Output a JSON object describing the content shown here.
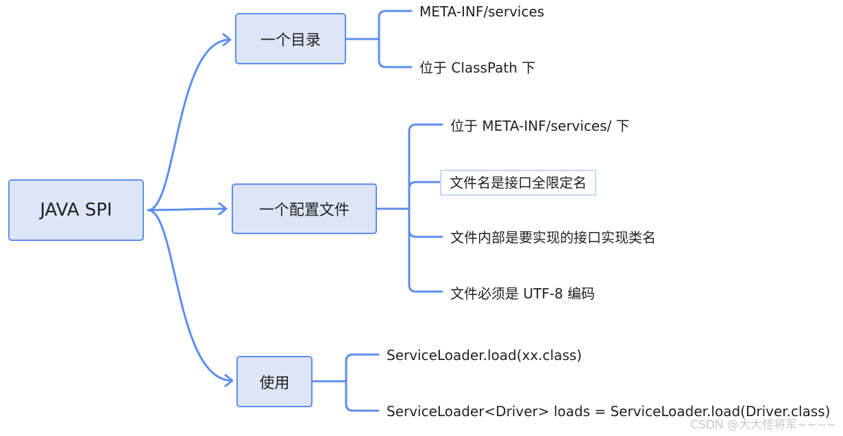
{
  "diagram": {
    "root": "JAVA SPI",
    "branches": [
      {
        "label": "一个目录",
        "leaves": [
          "META-INF/services",
          "位于 ClassPath 下"
        ]
      },
      {
        "label": "一个配置文件",
        "leaves": [
          "位于 META-INF/services/  下",
          "文件名是接口全限定名",
          "文件内部是要实现的接口实现类名",
          "文件必须是 UTF-8 编码"
        ]
      },
      {
        "label": "使用",
        "leaves": [
          "ServiceLoader.load(xx.class)",
          "ServiceLoader<Driver> loads = ServiceLoader.load(Driver.class)"
        ]
      }
    ]
  },
  "watermark": "CSDN @大大怪将军~~~~",
  "colors": {
    "line": "#5b8def",
    "node_fill": "#dde6f8",
    "node_border": "#5b8def",
    "highlight_border": "#c5d5f5"
  }
}
